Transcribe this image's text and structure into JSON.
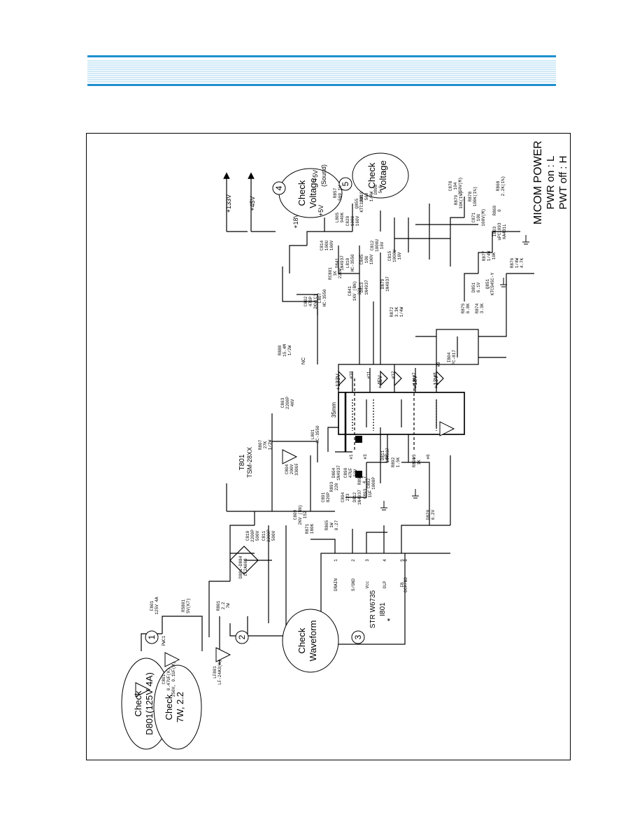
{
  "colors": {
    "header_blue": "#1d8fd0",
    "header_light": "#9fd3ef",
    "ink": "#000000"
  },
  "callouts": [
    {
      "num": "1",
      "line1": "Check",
      "line2": "D801(125V 4A)"
    },
    {
      "num": "2",
      "line1": "Check",
      "line2": "7W, 2.2"
    },
    {
      "num": "3",
      "line1": "Check",
      "line2": "Waveform"
    },
    {
      "num": "4",
      "line1": "Check",
      "line2": "Voltage"
    },
    {
      "num": "5",
      "line1": "Check",
      "line2": "Voltage"
    }
  ],
  "micom": {
    "title": "MICOM POWER",
    "line1": "PWR on : L",
    "line2": "PWT off : H"
  },
  "transformer": {
    "ref": "T801",
    "part": "TSM-28XX",
    "size": "35mm"
  },
  "ic": {
    "ref": "I801",
    "part": "STR W6735",
    "pins": [
      "DRAIN",
      "S/GND",
      "Vcc",
      "OLP",
      "FB",
      "OCP/BD"
    ],
    "pin_nums": [
      "1",
      "2",
      "3",
      "4",
      "5",
      "6"
    ],
    "mark": "*"
  },
  "rails": {
    "v133": "+133V",
    "v45": "+45V",
    "v18": "+18V",
    "v13": "+13V",
    "out133": "+133V",
    "out45": "+45V",
    "out18": "+18V",
    "out5": "+5V",
    "out5b": "+5V",
    "sound": "(Sound)"
  },
  "pins": [
    "#1",
    "#3",
    "#2",
    "#5",
    "#6",
    "#10",
    "#11",
    "#12",
    "#7",
    "#8",
    "#9"
  ],
  "parts": [
    {
      "ref": "PWC1",
      "val": ""
    },
    {
      "ref": "F801",
      "val": "125V 4A"
    },
    {
      "ref": "RS801",
      "val": "5V(K7)"
    },
    {
      "ref": "C801",
      "val": "0.47UF(K)\n250V, 0.1UF(M)"
    },
    {
      "ref": "LF801",
      "val": "LF-24A3(K)"
    },
    {
      "ref": "R801",
      "val": "2.2\n7W"
    },
    {
      "ref": "D881~D884",
      "val": "LT2A06G"
    },
    {
      "ref": "C810",
      "val": "2200P\n500V"
    },
    {
      "ref": "C811",
      "val": "2200P\n500V"
    },
    {
      "ref": "C804",
      "val": "200V\n330UF"
    },
    {
      "ref": "R807",
      "val": "27K\n1/2W"
    },
    {
      "ref": "L801",
      "val": "HC-3550"
    },
    {
      "ref": "C809",
      "val": "2KV (BN)\n152"
    },
    {
      "ref": "R871",
      "val": "180K"
    },
    {
      "ref": "R865",
      "val": "1W\n0.27"
    },
    {
      "ref": "C891",
      "val": "820P"
    },
    {
      "ref": "R893",
      "val": "220"
    },
    {
      "ref": "C894",
      "val": "223"
    },
    {
      "ref": "D812",
      "val": "1N4937"
    },
    {
      "ref": "D804",
      "val": "1N4937"
    },
    {
      "ref": "C890",
      "val": "47UF\n50V"
    },
    {
      "ref": "R894",
      "val": "4.7"
    },
    {
      "ref": "C893",
      "val": "1UF"
    },
    {
      "ref": "C892",
      "val": "1000P"
    },
    {
      "ref": "D811",
      "val": "1N4937"
    },
    {
      "ref": "R892",
      "val": "1.5K"
    },
    {
      "ref": "R890",
      "val": "1K"
    },
    {
      "ref": "D820",
      "val": "6.2V"
    },
    {
      "ref": "C863",
      "val": "2200P\n4KV"
    },
    {
      "ref": "R888",
      "val": "15.4M\n1/2W"
    },
    {
      "ref": "C802",
      "val": "470P\n2KV(C)"
    },
    {
      "ref": "D841",
      "val": "1N4937"
    },
    {
      "ref": "L807",
      "val": "HC-3550"
    },
    {
      "ref": "RC801",
      "val": "1K\n220P"
    },
    {
      "ref": "L810",
      "val": "HC-3550"
    },
    {
      "ref": "C841",
      "val": "1KV (BN)\n221"
    },
    {
      "ref": "D813",
      "val": "1N4937"
    },
    {
      "ref": "D879",
      "val": "1N4937"
    },
    {
      "ref": "C815",
      "val": "1000U\n16V"
    },
    {
      "ref": "C812",
      "val": "1000U\n16V"
    },
    {
      "ref": "C814",
      "val": "100U\n160V"
    },
    {
      "ref": "C845",
      "val": "10U\n100V"
    },
    {
      "ref": "L805",
      "val": "940K"
    },
    {
      "ref": "C820",
      "val": "100U\n160V"
    },
    {
      "ref": "R857",
      "val": "560 1W"
    },
    {
      "ref": "Q855",
      "val": "KTC3205"
    },
    {
      "ref": "R819",
      "val": "560\n1/4W"
    },
    {
      "ref": "D890",
      "val": "5.6"
    },
    {
      "ref": "IB04",
      "val": "PC-817"
    },
    {
      "ref": "R872",
      "val": "3.3K\n1/4W"
    },
    {
      "ref": "R875",
      "val": "6.8K"
    },
    {
      "ref": "R874",
      "val": "3.3K"
    },
    {
      "ref": "D851",
      "val": "6.1V"
    },
    {
      "ref": "Q851",
      "val": "KTC945C-Y"
    },
    {
      "ref": "R876",
      "val": "1/4W\n4.7K"
    },
    {
      "ref": "R877",
      "val": "1/4W\n10K"
    },
    {
      "ref": "IB03",
      "val": "uPC1093\nKA431L"
    },
    {
      "ref": "C871",
      "val": "10U\n100V(M)"
    },
    {
      "ref": "R869",
      "val": "0"
    },
    {
      "ref": "R878",
      "val": "100K(1%)"
    },
    {
      "ref": "R879",
      "val": "10K(1%)"
    },
    {
      "ref": "C878",
      "val": "104\n250V(M)"
    },
    {
      "ref": "R868",
      "val": "2.2K(1%)"
    }
  ],
  "misc": {
    "nc": "NC",
    "ref_ic": "I801"
  }
}
